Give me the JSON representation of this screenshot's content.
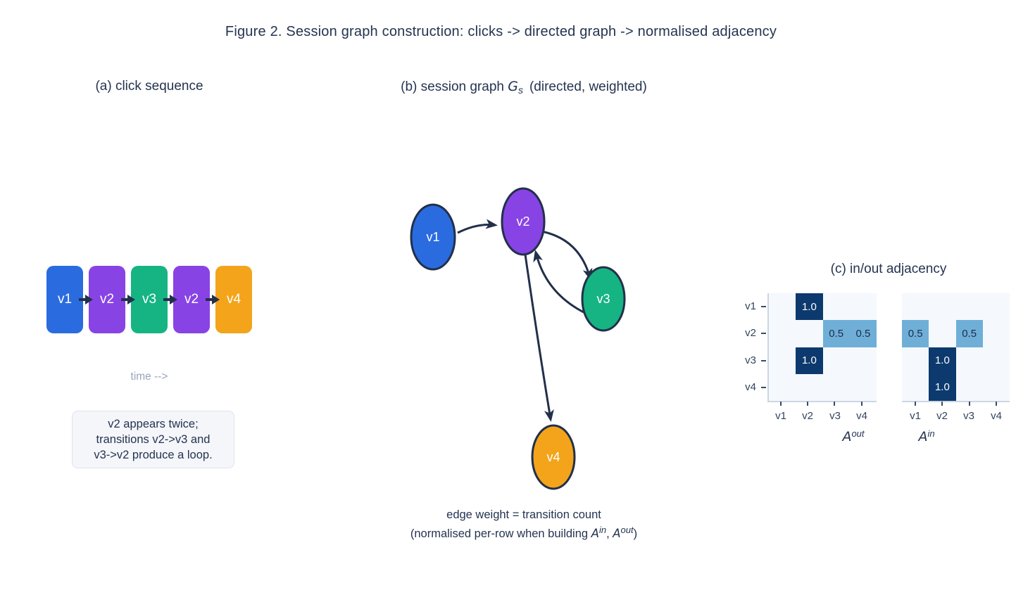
{
  "figure_title": "Figure 2. Session graph construction: clicks -> directed graph -> normalised adjacency",
  "colors": {
    "text": "#243450",
    "muted_text": "#98a4bd",
    "edge_and_outline": "#22304a",
    "node_v1": "#2a6ce0",
    "node_v2": "#8843e5",
    "node_v3": "#16b483",
    "node_v4": "#f3a41b",
    "cell_dark": "#0d3a6e",
    "cell_light": "#6fafd7",
    "matrix_background": "#f5f9fd"
  },
  "panel_a": {
    "title": "(a) click sequence",
    "sequence": [
      {
        "label": "v1",
        "color": "#2a6ce0"
      },
      {
        "label": "v2",
        "color": "#8843e5"
      },
      {
        "label": "v3",
        "color": "#16b483"
      },
      {
        "label": "v2",
        "color": "#8843e5"
      },
      {
        "label": "v4",
        "color": "#f3a41b"
      }
    ],
    "time_label": "time -->",
    "note_lines": [
      "v2 appears twice;",
      "transitions v2->v3 and",
      "v3->v2 produce a loop."
    ]
  },
  "panel_b": {
    "title_prefix": "(b) session graph ",
    "title_var": "G",
    "title_var_sub": "s",
    "title_suffix": "(directed, weighted)",
    "nodes": [
      {
        "id": "v1",
        "label": "v1",
        "color": "#2a6ce0"
      },
      {
        "id": "v2",
        "label": "v2",
        "color": "#8843e5"
      },
      {
        "id": "v3",
        "label": "v3",
        "color": "#16b483"
      },
      {
        "id": "v4",
        "label": "v4",
        "color": "#f3a41b"
      }
    ],
    "edges": [
      "v1->v2",
      "v2->v3",
      "v3->v2",
      "v2->v4"
    ],
    "caption_line1": "edge weight = transition count",
    "caption2": {
      "pre": "(normalised per-row when building ",
      "a1": "A",
      "sup1": "in",
      "sep": ", ",
      "a2": "A",
      "sup2": "out",
      "post": ")"
    }
  },
  "panel_c": {
    "title": "(c) in/out adjacency",
    "row_labels": [
      "v1",
      "v2",
      "v3",
      "v4"
    ],
    "col_labels": [
      "v1",
      "v2",
      "v3",
      "v4"
    ],
    "matrices": [
      {
        "name": "A",
        "sup": "out",
        "cells": [
          {
            "row": 0,
            "col": 1,
            "value": "1.0",
            "shade": "dark"
          },
          {
            "row": 1,
            "col": 2,
            "value": "0.5",
            "shade": "light"
          },
          {
            "row": 1,
            "col": 3,
            "value": "0.5",
            "shade": "light"
          },
          {
            "row": 2,
            "col": 1,
            "value": "1.0",
            "shade": "dark"
          }
        ]
      },
      {
        "name": "A",
        "sup": "in",
        "cells": [
          {
            "row": 1,
            "col": 0,
            "value": "0.5",
            "shade": "light"
          },
          {
            "row": 1,
            "col": 2,
            "value": "0.5",
            "shade": "light"
          },
          {
            "row": 2,
            "col": 1,
            "value": "1.0",
            "shade": "dark"
          },
          {
            "row": 3,
            "col": 1,
            "value": "1.0",
            "shade": "dark"
          }
        ]
      }
    ]
  },
  "chart_data": [
    {
      "type": "heatmap",
      "title": "A out",
      "rows": [
        "v1",
        "v2",
        "v3",
        "v4"
      ],
      "cols": [
        "v1",
        "v2",
        "v3",
        "v4"
      ],
      "values": [
        [
          0,
          1.0,
          0,
          0
        ],
        [
          0,
          0,
          0.5,
          0.5
        ],
        [
          0,
          1.0,
          0,
          0
        ],
        [
          0,
          0,
          0,
          0
        ]
      ],
      "colormap": "Blues",
      "legend": "none"
    },
    {
      "type": "heatmap",
      "title": "A in",
      "rows": [
        "v1",
        "v2",
        "v3",
        "v4"
      ],
      "cols": [
        "v1",
        "v2",
        "v3",
        "v4"
      ],
      "values": [
        [
          0,
          0,
          0,
          0
        ],
        [
          0.5,
          0,
          0.5,
          0
        ],
        [
          0,
          1.0,
          0,
          0
        ],
        [
          0,
          1.0,
          0,
          0
        ]
      ],
      "colormap": "Blues",
      "legend": "none"
    }
  ]
}
